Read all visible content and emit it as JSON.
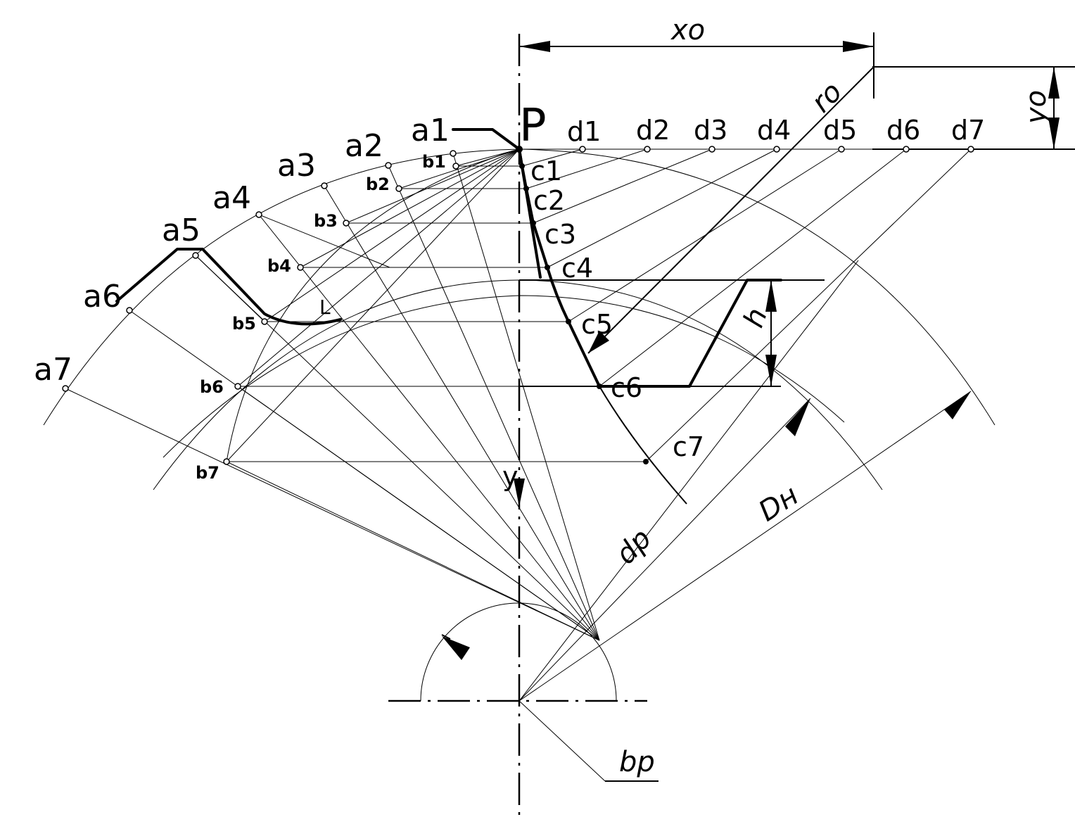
{
  "points": {
    "P": "P",
    "a": [
      "a1",
      "a2",
      "a3",
      "a4",
      "a5",
      "a6",
      "a7"
    ],
    "b": [
      "b1",
      "b2",
      "b3",
      "b4",
      "b5",
      "b6",
      "b7"
    ],
    "c": [
      "c1",
      "c2",
      "c3",
      "c4",
      "c5",
      "c6",
      "c7"
    ],
    "d": [
      "d1",
      "d2",
      "d3",
      "d4",
      "d5",
      "d6",
      "d7"
    ],
    "L": "L"
  },
  "dimensions": {
    "xo": "xo",
    "yo": "yo",
    "ro": "ro",
    "h": "h",
    "y": "y",
    "dp": "dp",
    "Dn": "Dн",
    "bp": "bp"
  }
}
